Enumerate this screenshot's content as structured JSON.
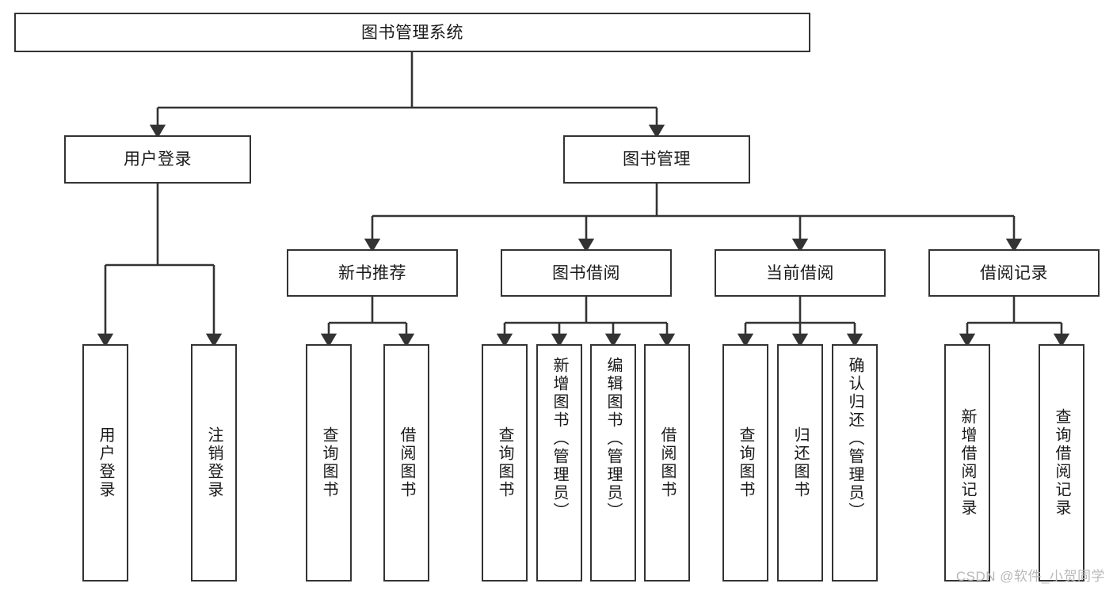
{
  "diagram": {
    "title": "图书管理系统",
    "type": "tree-hierarchy-chart",
    "colors": {
      "box_border": "#333333",
      "box_fill": "#ffffff",
      "connector": "#333333",
      "text": "#1a1a1a",
      "watermark": "#b9b9b9"
    },
    "root": {
      "label": "图书管理系统"
    },
    "level2": [
      {
        "label": "用户登录"
      },
      {
        "label": "图书管理"
      }
    ],
    "level3": [
      {
        "label": "新书推荐"
      },
      {
        "label": "图书借阅"
      },
      {
        "label": "当前借阅"
      },
      {
        "label": "借阅记录"
      }
    ],
    "leaves": {
      "user_login": [
        {
          "label": "用户登录"
        },
        {
          "label": "注销登录"
        }
      ],
      "new_book_recommend": [
        {
          "label": "查询图书"
        },
        {
          "label": "借阅图书"
        }
      ],
      "book_borrow": [
        {
          "label": "查询图书"
        },
        {
          "label": "新增图书（管理员）"
        },
        {
          "label": "编辑图书（管理员）"
        },
        {
          "label": "借阅图书"
        }
      ],
      "current_borrow": [
        {
          "label": "查询图书"
        },
        {
          "label": "归还图书"
        },
        {
          "label": "确认归还（管理员）"
        }
      ],
      "borrow_record": [
        {
          "label": "新增借阅记录"
        },
        {
          "label": "查询借阅记录"
        }
      ]
    }
  },
  "watermark": {
    "text": "CSDN @软件_小贺同学"
  }
}
